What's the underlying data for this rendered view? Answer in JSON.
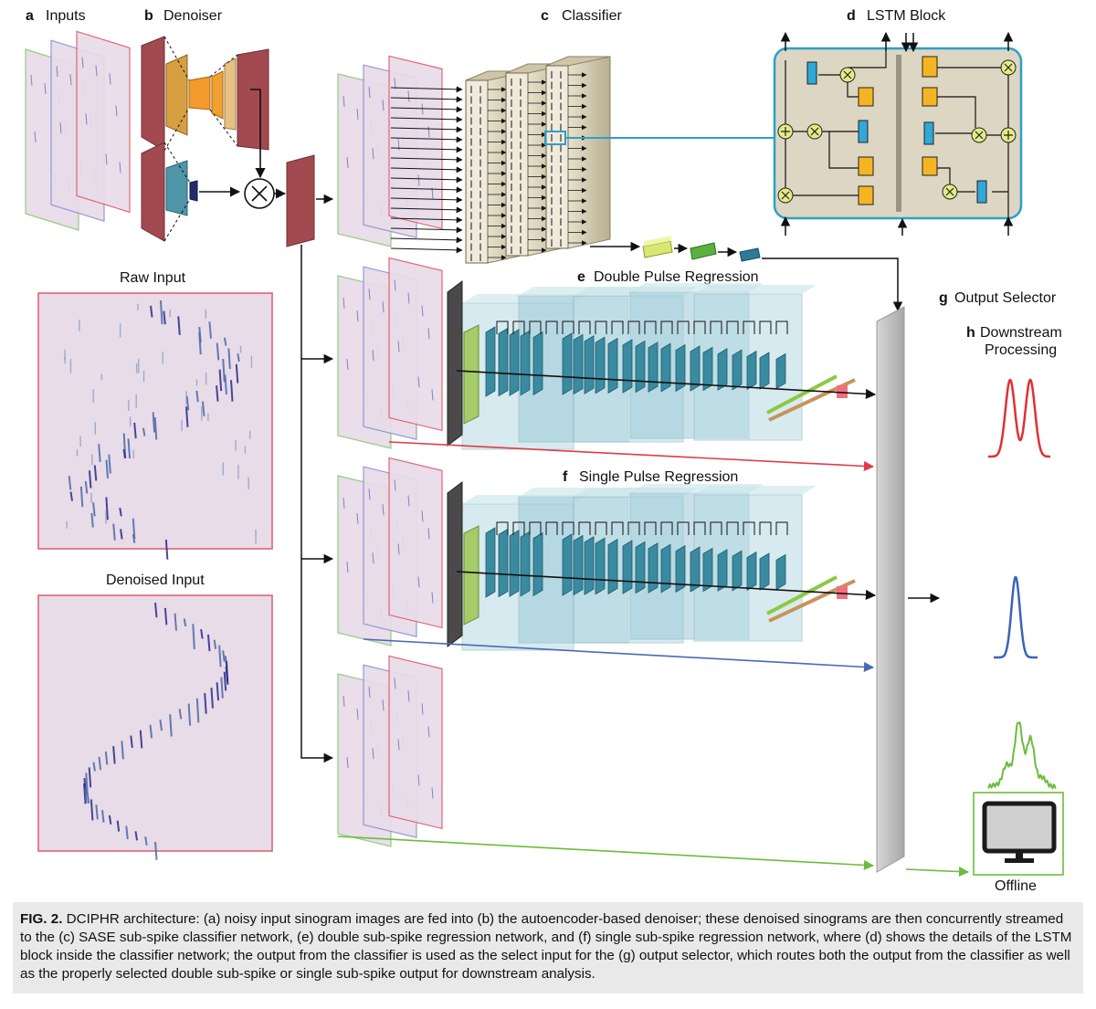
{
  "panels": {
    "a": {
      "letter": "a",
      "label": "Inputs"
    },
    "b": {
      "letter": "b",
      "label": "Denoiser"
    },
    "c": {
      "letter": "c",
      "label": "Classifier"
    },
    "d": {
      "letter": "d",
      "label": "LSTM Block"
    },
    "e": {
      "letter": "e",
      "label": "Double Pulse Regression"
    },
    "f": {
      "letter": "f",
      "label": "Single Pulse Regression"
    },
    "g": {
      "letter": "g",
      "label": "Output Selector"
    },
    "h": {
      "letter": "h",
      "label_line1": "Downstream",
      "label_line2": "Processing"
    }
  },
  "images": {
    "raw_title": "Raw Input",
    "denoised_title": "Denoised Input"
  },
  "offline_label": "Offline",
  "caption": {
    "prefix": "FIG. 2.",
    "text": " DCIPHR architecture: (a) noisy input sinogram images are fed into (b) the autoencoder-based denoiser; these denoised sinograms are then concurrently streamed to the (c) SASE sub-spike classifier network, (e) double sub-spike regression network, and (f) single sub-spike regression network, where (d) shows the details of the LSTM block inside the classifier network; the output from the classifier is used as the select input for the (g) output selector, which routes both the output from the classifier as well as the properly selected double sub-spike or single sub-spike output for downstream analysis."
  },
  "colors": {
    "sinogram_bg": "#e8dce8",
    "red_frame": "#e05a6a",
    "blue_frame": "#8a90d8",
    "green_frame": "#8cc878",
    "denoiser_red": "#a24a50",
    "denoiser_orange": "#f0a030",
    "lstm_bg": "#dcd6c2",
    "lstm_border": "#2aa0cc",
    "regression_teal": "#3a8aa0",
    "selector_gray": "#c4c4c4",
    "double_pulse": "#e03030",
    "single_pulse": "#3a64b4",
    "offline_pulse": "#6cbc3c"
  },
  "icons": [
    "multiply-icon",
    "add-icon",
    "monitor-icon",
    "arrow-icon"
  ]
}
